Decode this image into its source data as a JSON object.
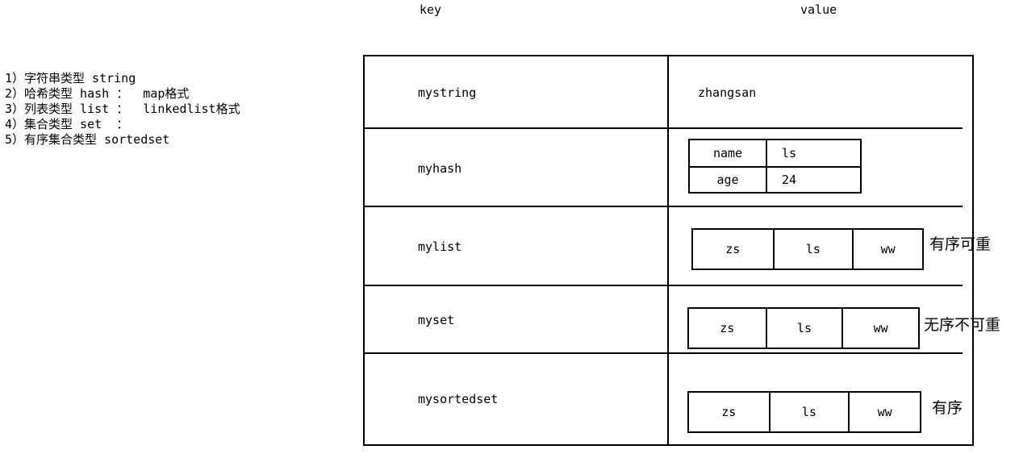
{
  "type_list": {
    "items": [
      "1）字符串类型 string",
      "2）哈希类型 hash ：  map格式",
      "3）列表类型 list ：  linkedlist格式",
      "4）集合类型 set  ：",
      "5）有序集合类型 sortedset"
    ]
  },
  "headings": {
    "key": "key",
    "value": "value"
  },
  "rows": [
    {
      "key": "mystring",
      "value_kind": "text",
      "value_text": "zhangsan"
    },
    {
      "key": "myhash",
      "value_kind": "hash-table",
      "hash": [
        {
          "field": "name",
          "value": "ls"
        },
        {
          "field": "age",
          "value": "24"
        }
      ]
    },
    {
      "key": "mylist",
      "value_kind": "strip",
      "elements": [
        "zs",
        "ls",
        "ww"
      ],
      "annotation": "有序可重"
    },
    {
      "key": "myset",
      "value_kind": "strip",
      "elements": [
        "zs",
        "ls",
        "ww"
      ],
      "annotation": "无序不可重"
    },
    {
      "key": "mysortedset",
      "value_kind": "strip",
      "elements": [
        "zs",
        "ls",
        "ww"
      ],
      "annotation": "有序"
    }
  ],
  "colors": {
    "line": "#000000",
    "background": "#ffffff",
    "text": "#000000"
  }
}
